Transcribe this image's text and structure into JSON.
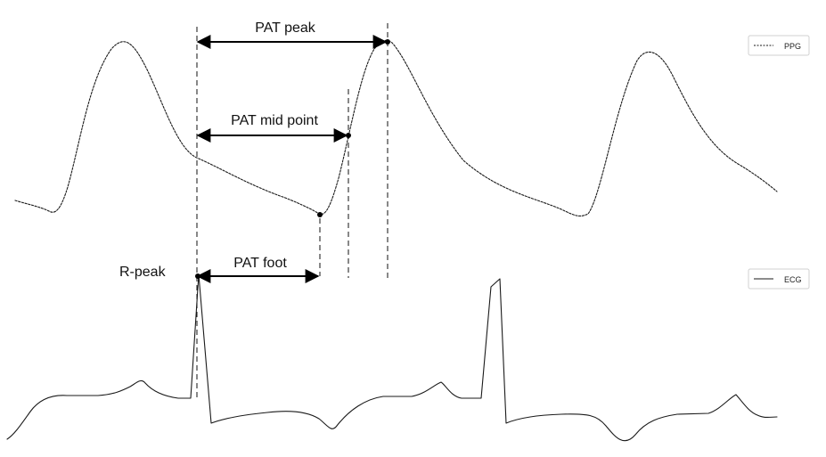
{
  "annotations": {
    "pat_peak": "PAT peak",
    "pat_mid_point": "PAT mid point",
    "pat_foot": "PAT foot",
    "r_peak": "R-peak"
  },
  "legend": {
    "ppg": "PPG",
    "ecg": "ECG"
  }
}
